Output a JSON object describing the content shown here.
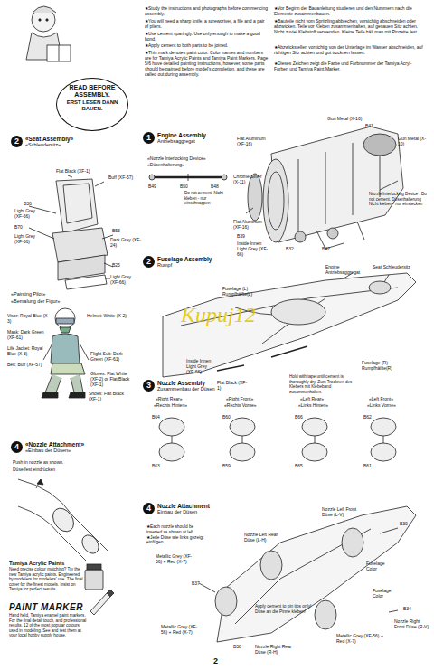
{
  "diagram": {
    "nodes": [
      {
        "text": [
          "READ BEFORE ASSEMBLY.",
          "ERST LESEN DANN BAUEN."
        ]
      },
      {
        "text": [
          "2",
          "«Seat Assembly»",
          "«Schleudersitz»"
        ]
      },
      {
        "text": [
          "4",
          "«Nozzle Attachment»",
          "«Einbau der Düsen»"
        ]
      },
      {
        "text": [
          "Tamiya Acrylic Paints",
          "Need precise colour matching? Try the new Tamiya acrylic paints. Engineered by modelers for modelers' use. The final cover for the finest models. Insist on Tamiya for perfect results."
        ]
      },
      {
        "text": [
          "PAINT MARKER",
          "Hand held, Tamiya enamel paint markers. For the final detail touch, and professional results. 12 of the most popular colours used in modeling. See and test them at your local hobby supply house."
        ]
      },
      {
        "text": [
          "1",
          "Engine Assembly",
          "Antriebsaggregat"
        ]
      },
      {
        "text": [
          "2",
          "Fuselage Assembly",
          "Rumpf"
        ]
      },
      {
        "text": [
          "3",
          "Nozzle Assembly",
          "Zusammenbau der Düsen"
        ]
      },
      {
        "text": [
          "4",
          "Nozzle Attachment",
          "Einbau der Düsen"
        ]
      }
    ],
    "labels": [
      "★Study the instructions and photographs before commencing assembly.",
      "★You will need a sharp knife, a screwdriver, a file and a pair of pliers.",
      "★Use cement sparingly. Use only enough to make a good bond.",
      "★Apply cement to both parts to be joined.",
      "★This mark denotes paint color. Color names and numbers are for Tamiya Acrylic Paints and Tamiya Paint Markers. Page 5/6 have detailed painting instructions, however, some parts should be painted before model's completion, and these are called out during assembly.",
      "★Vor Beginn der Bauanleitung studieren und den Nummern nach die Elemente zusammenbauen.",
      "★Bauteile nicht vom Spritzling abbrechen, vorsichtig abschneiden oder abzwicken. Teile vor Kleben zusammenhalten, auf genauen Sitz achten. Nicht zuviel Klebstoff verwenden. Kleine Teile hält man mit Pinzette fest.",
      "★Abzwickstellen vorsichtig von der Unterlage im Wasser abschneiden, auf richtigen Sitz achten und gut trocknen lassen.",
      "★Dieses Zeichen zeigt die Farbe und Farbnummer der Tamiya Acryl-Farben und Tamiya Paint Marker.",
      "Flat Black (XF-1)",
      "Buff (XF-57)",
      "B36",
      "Light Grey (XF-66)",
      "B70",
      "Light Grey (XF-66)",
      "B53",
      "Dark Grey (XF-24)",
      "B25",
      "Light Grey (XF-66)",
      "«Painting Pilot»",
      "«Bemalung der Figur»",
      "Visor: Royal Blue (X-3)",
      "Helmet: White (X-2)",
      "Mask: Dark Green (XF-61)",
      "Life Jacket: Royal Blue (X-3)",
      "Flight Suit: Dark Green (XF-61)",
      "Belt: Buff (XF-57)",
      "Gloves: Flat White (XF-2) or Flat Black (XF-1)",
      "Shoes: Flat Black (XF-1)",
      "Push in nozzle as shown.",
      "Düse fest eindrücken",
      "«Nozzle Interlocking Device»",
      "«Düsenhalterung»",
      "B49",
      "B50",
      "B48",
      "Do not cement. Nicht kleben - nur einschnappen",
      "Gun Metal (X-10)",
      "B41",
      "Gun Metal (X-10)",
      "Flat Aluminum (XF-16)",
      "Chrome Silver (X-11)",
      "Flat Aluminum (XF-16)",
      "B39",
      "Inside Innen Light Grey (XF-66)",
      "B32",
      "B42",
      "Nozzle Interlocking Device : Do not cement. Düsenhalterung Nicht kleben - nur einstecken",
      "Engine Antriebsaggregat",
      "Seat Schleudersitz",
      "Fuselage (L) Rumpfhälfte(L)",
      "Fuselage (R) Rumpfhälfte(R)",
      "Hold with tape until cement is thoroughly dry. Zum Trocknen des Klebers mit Klebeband zusammenhalten.",
      "Inside Innen Light Grey (XF-66)",
      "Flat Black (XF-1)",
      "«Right Rear»",
      "«Rechts Hinten»",
      "«Right Front»",
      "«Rechts Vorne»",
      "«Left Rear»",
      "«Links Hinten»",
      "«Left Front»",
      "«Links Vorne»",
      "B64",
      "B63",
      "B60",
      "B59",
      "B66",
      "B65",
      "B62",
      "B61",
      "★Each nozzle should be inserted as shown at left. ★Jede Düse wie links gezeigt einfügen.",
      "Nozzle Left Rear Düse (L-H)",
      "Nozzle Left Front Düse (L-V)",
      "B30",
      "Fuselage Color",
      "Metallic Grey (XF-56) + Red (X-7)",
      "B37",
      "Apply cement to pin tips only! Düse an die Pinne kleben!",
      "Fuselage Color",
      "B34",
      "Nozzle Right Front Düse (R-V)",
      "Metallic Grey (XF-56) + Red (X-7)",
      "Metallic Grey (XF-56) + Red (X-7)",
      "B38",
      "Nozzle Right Rear Düse (R-H)",
      "Kupuj12",
      "2"
    ]
  }
}
